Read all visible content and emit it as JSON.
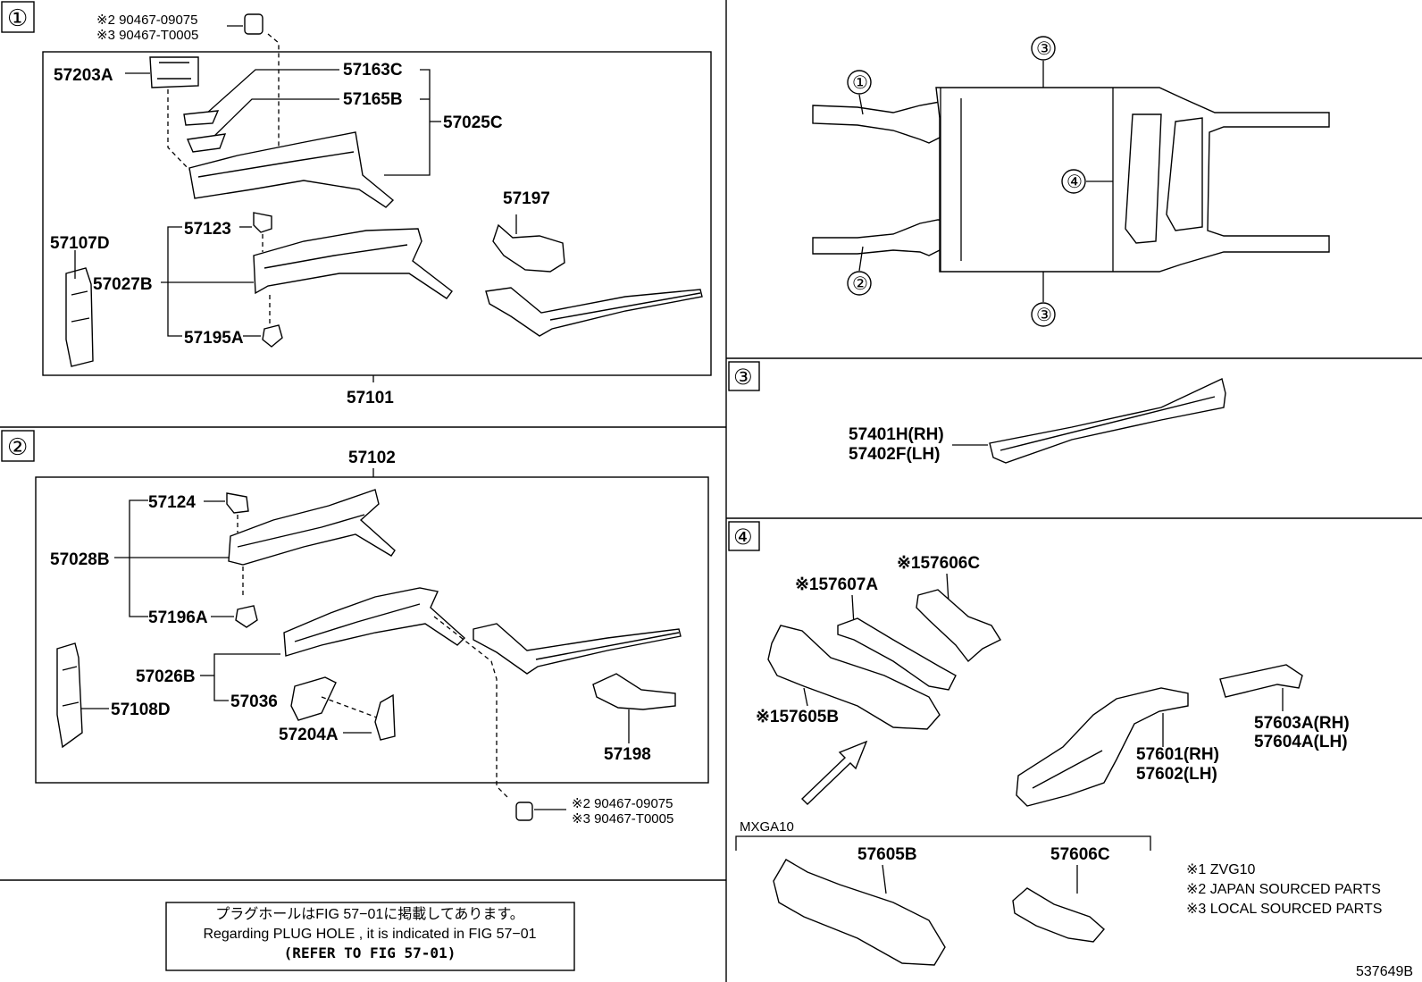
{
  "diagram_id": "537649B",
  "section1": {
    "tag": "①",
    "fastener_label_1": "※2 90467-09075",
    "fastener_label_2": "※3 90467-T0005",
    "parts": [
      "57203A",
      "57163C",
      "57165B",
      "57025C",
      "57123",
      "57197",
      "57107D",
      "57027B",
      "57195A"
    ],
    "assembly": "57101"
  },
  "section2": {
    "tag": "②",
    "assembly": "57102",
    "parts": [
      "57124",
      "57028B",
      "57196A",
      "57026B",
      "57036",
      "57204A",
      "57108D",
      "57198"
    ],
    "fastener_label_1": "※2 90467-09075",
    "fastener_label_2": "※3 90467-T0005"
  },
  "overview": {
    "markers": [
      "①",
      "②",
      "③",
      "③",
      "④"
    ]
  },
  "section3": {
    "tag": "③",
    "part_rh": "57401H(RH)",
    "part_lh": "57402F(LH)"
  },
  "section4": {
    "tag": "④",
    "parts": {
      "p1": "※157606C",
      "p2": "※157607A",
      "p3": "※157605B",
      "p4_rh": "57603A(RH)",
      "p4_lh": "57604A(LH)",
      "p5_rh": "57601(RH)",
      "p5_lh": "57602(LH)"
    },
    "variant_label": "MXGA10",
    "variant_parts": [
      "57605B",
      "57606C"
    ]
  },
  "legend": {
    "l1": "※1 ZVG10",
    "l2": "※2 JAPAN SOURCED PARTS",
    "l3": "※3 LOCAL SOURCED PARTS"
  },
  "note_box": {
    "line1": "プラグホールはFIG 57−01に掲載してあります。",
    "line2": "Regarding  PLUG  HOLE , it is indicated in  FIG  57−01",
    "line3": "(REFER  TO  FIG  57-01)"
  }
}
